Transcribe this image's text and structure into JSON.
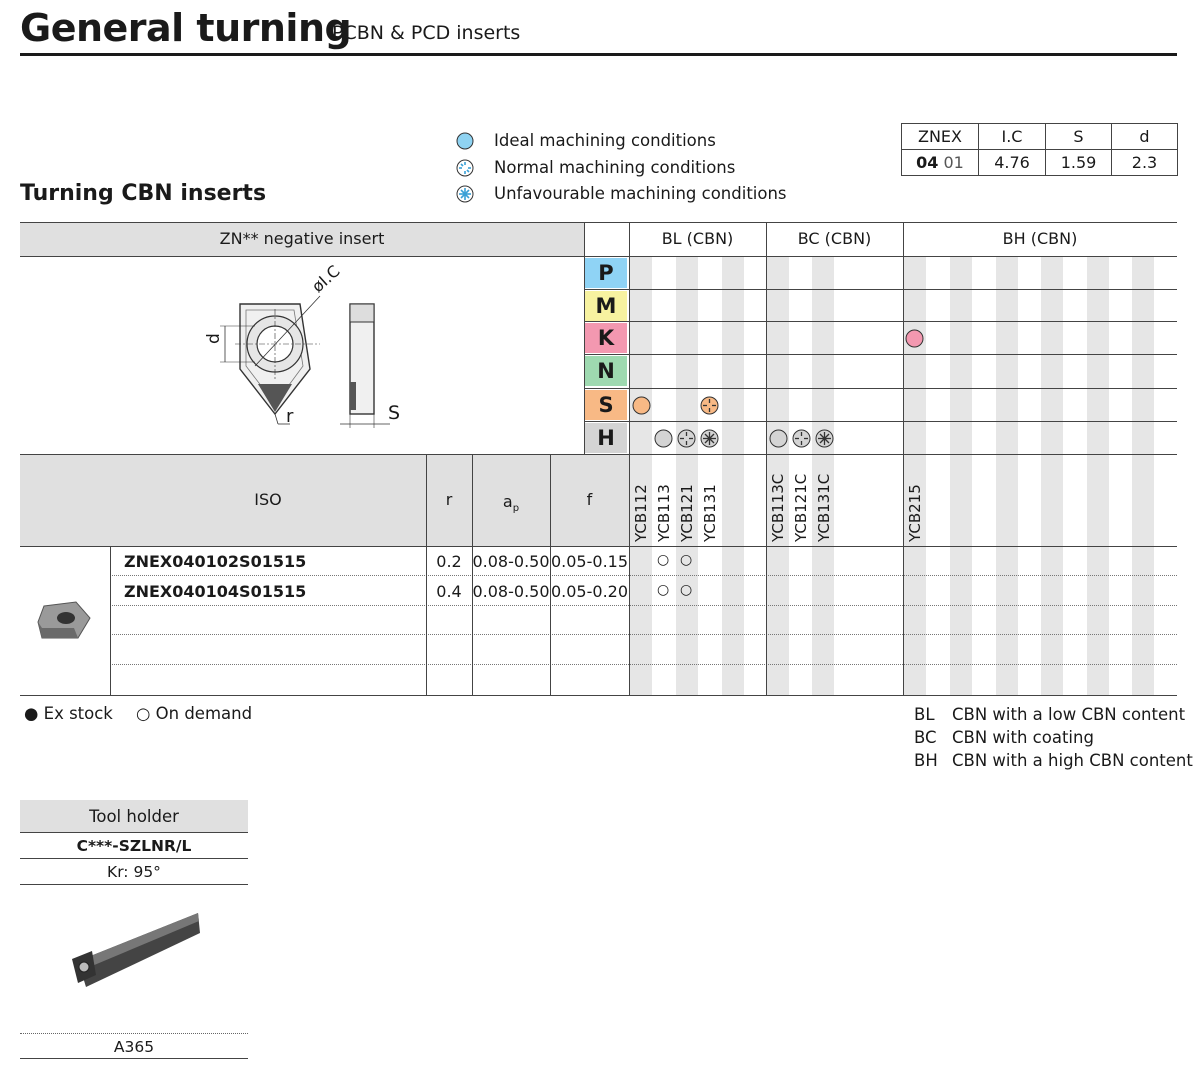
{
  "header": {
    "title": "General turning",
    "subtitle": "PCBN & PCD inserts"
  },
  "section_title": "Turning CBN inserts",
  "legend": [
    {
      "label": "Ideal machining conditions",
      "icon": "ideal-condition-icon",
      "color": "#8fd3f2"
    },
    {
      "label": "Normal machining conditions",
      "icon": "normal-condition-icon",
      "color": "#5bb8e0"
    },
    {
      "label": "Unfavourable machining conditions",
      "icon": "unfavourable-condition-icon",
      "color": "#5bb8e0"
    }
  ],
  "spec_table": {
    "headers": [
      "ZNEX",
      "I.C",
      "S",
      "d"
    ],
    "row": {
      "code_bold": "04",
      "code_light": "01",
      "ic": "4.76",
      "s": "1.59",
      "d": "2.3"
    }
  },
  "insert_header": "ZN** negative insert",
  "drawing_labels": {
    "ic": "øI.C",
    "d": "d",
    "r": "r",
    "s": "S"
  },
  "material_groups": [
    {
      "letter": "P",
      "color": "#8fd3f5"
    },
    {
      "letter": "M",
      "color": "#f7f2a0"
    },
    {
      "letter": "K",
      "color": "#f398b0"
    },
    {
      "letter": "N",
      "color": "#9ed9b0"
    },
    {
      "letter": "S",
      "color": "#f8b985"
    },
    {
      "letter": "H",
      "color": "#d4d4d4"
    }
  ],
  "grade_groups": [
    {
      "label": "BL (CBN)",
      "grades": [
        "YCB112",
        "YCB113",
        "YCB121",
        "YCB131"
      ]
    },
    {
      "label": "BC (CBN)",
      "grades": [
        "YCB113C",
        "YCB121C",
        "YCB131C"
      ]
    },
    {
      "label": "BH (CBN)",
      "grades": [
        "YCB215"
      ]
    }
  ],
  "columns": {
    "iso": "ISO",
    "r": "r",
    "ap": "a",
    "ap_sub": "p",
    "f": "f"
  },
  "rows": [
    {
      "iso": "ZNEX040102S01515",
      "r": "0.2",
      "ap": "0.08-0.50",
      "f": "0.05-0.15",
      "marks": [
        "○",
        "○"
      ]
    },
    {
      "iso": "ZNEX040104S01515",
      "r": "0.4",
      "ap": "0.08-0.50",
      "f": "0.05-0.20",
      "marks": [
        "○",
        "○"
      ]
    }
  ],
  "stock_legend": {
    "ex_stock": "● Ex stock",
    "on_demand": "○ On demand"
  },
  "grade_legend": [
    {
      "code": "BL",
      "desc": "CBN with a low CBN content"
    },
    {
      "code": "BC",
      "desc": "CBN with coating"
    },
    {
      "code": "BH",
      "desc": "CBN with a high CBN content"
    }
  ],
  "tool_holder": {
    "title": "Tool holder",
    "model": "C***-SZLNR/L",
    "kr": "Kr: 95°",
    "code": "A365"
  }
}
